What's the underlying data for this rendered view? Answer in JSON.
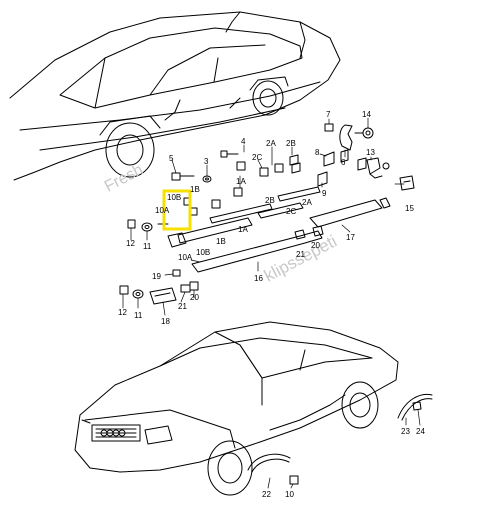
{
  "callouts": {
    "c7": "7",
    "c14": "14",
    "c4": "4",
    "c2Bt": "2B",
    "c2At": "2A",
    "c5": "5",
    "c3": "3",
    "c2C": "2C",
    "c8": "8",
    "c6": "6",
    "c13": "13",
    "c1A": "1A",
    "c1B": "1B",
    "c9": "9",
    "c10B": "10B",
    "c10A": "10A",
    "c2Bm": "2B",
    "c2Am": "2A",
    "c2Cm": "2C",
    "c1Am": "1A",
    "c1Bm": "1B",
    "c10Bm": "10B",
    "c10Am": "10A",
    "c15": "15",
    "c17": "17",
    "c20a": "20",
    "c21a": "21",
    "c16": "16",
    "c12a": "12",
    "c11a": "11",
    "c19": "19",
    "c21b": "21",
    "c20b": "20",
    "c12b": "12",
    "c11b": "11",
    "c18": "18",
    "c22": "22",
    "c23": "23",
    "c24": "24",
    "c10": "10"
  },
  "watermark": {
    "text_left": "Fresh",
    "text_right": "klipssepeti"
  },
  "colors": {
    "line": "#000000",
    "highlight": "#f5e000",
    "watermark": "#c8c8c8"
  }
}
